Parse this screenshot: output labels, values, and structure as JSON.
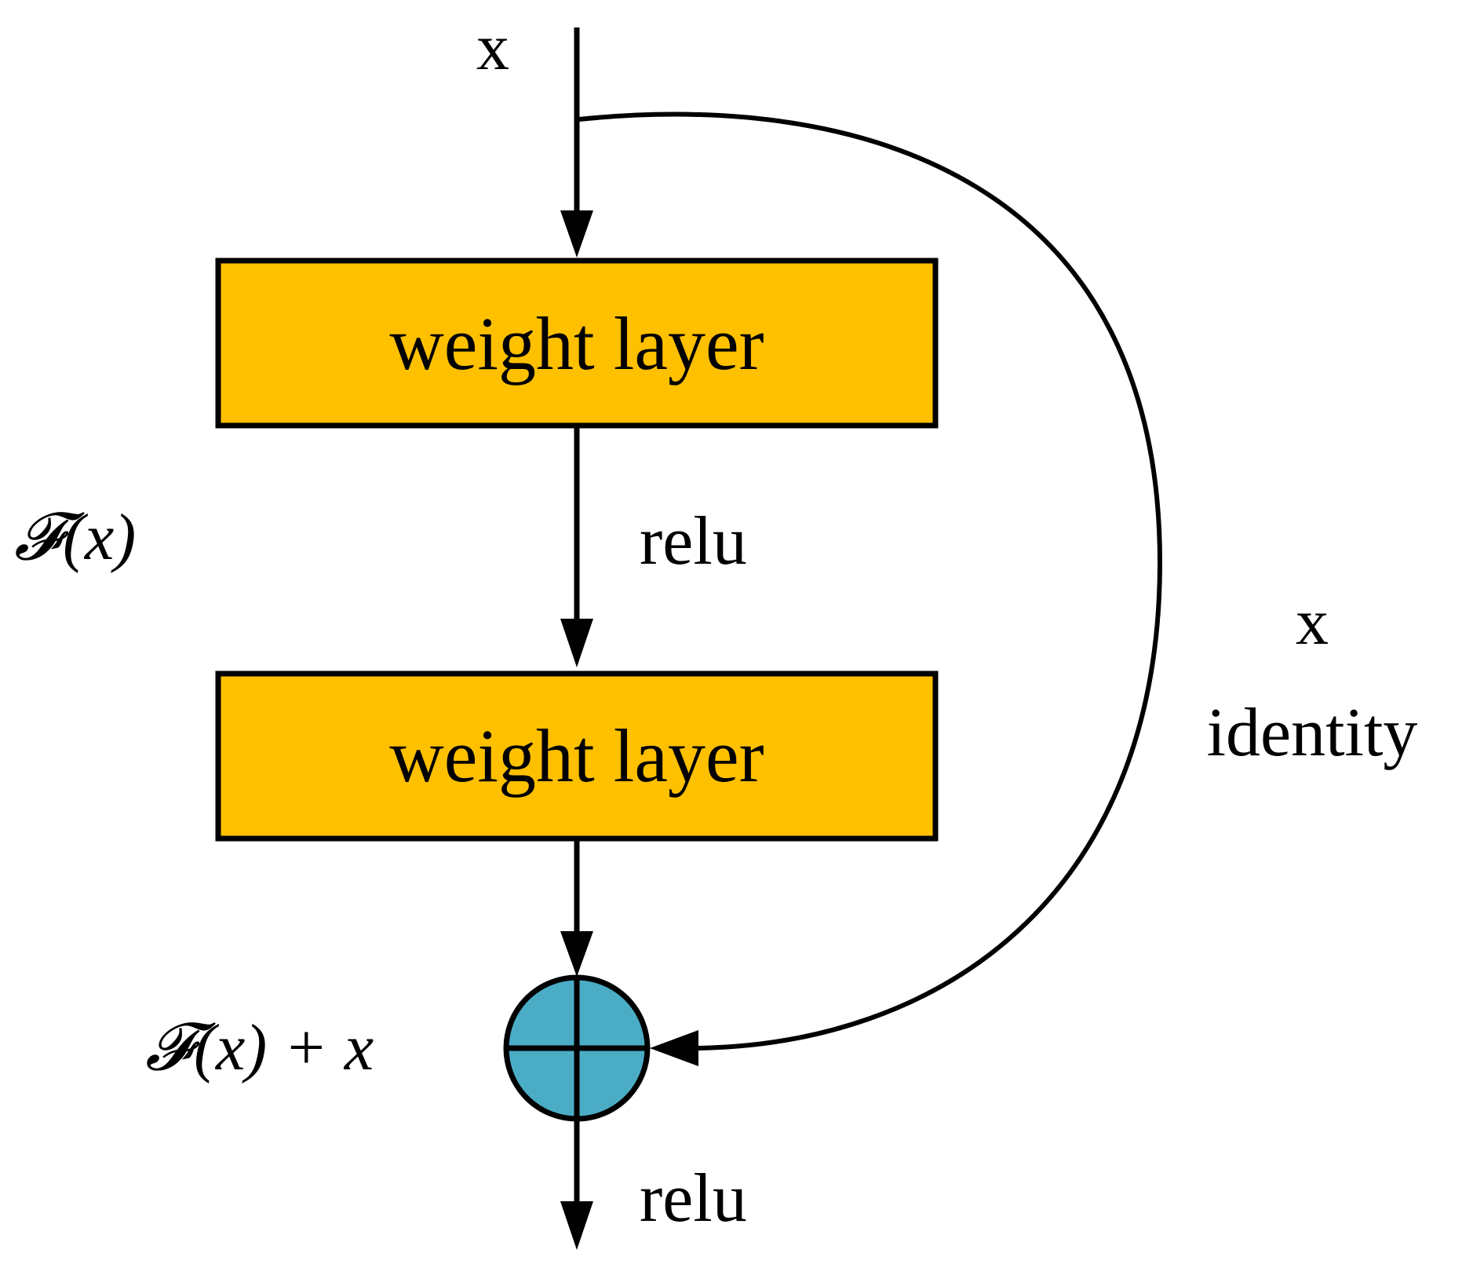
{
  "labels": {
    "input_x": "x",
    "layer1": "weight layer",
    "relu1": "relu",
    "fx": "𝓕(x)",
    "layer2": "weight layer",
    "shortcut_x": "x",
    "identity": "identity",
    "sum": "𝓕(x) + x",
    "relu2": "relu"
  },
  "colors": {
    "layer_fill": "#FFC000",
    "sum_node_fill": "#4BACC6",
    "stroke": "#000000"
  }
}
